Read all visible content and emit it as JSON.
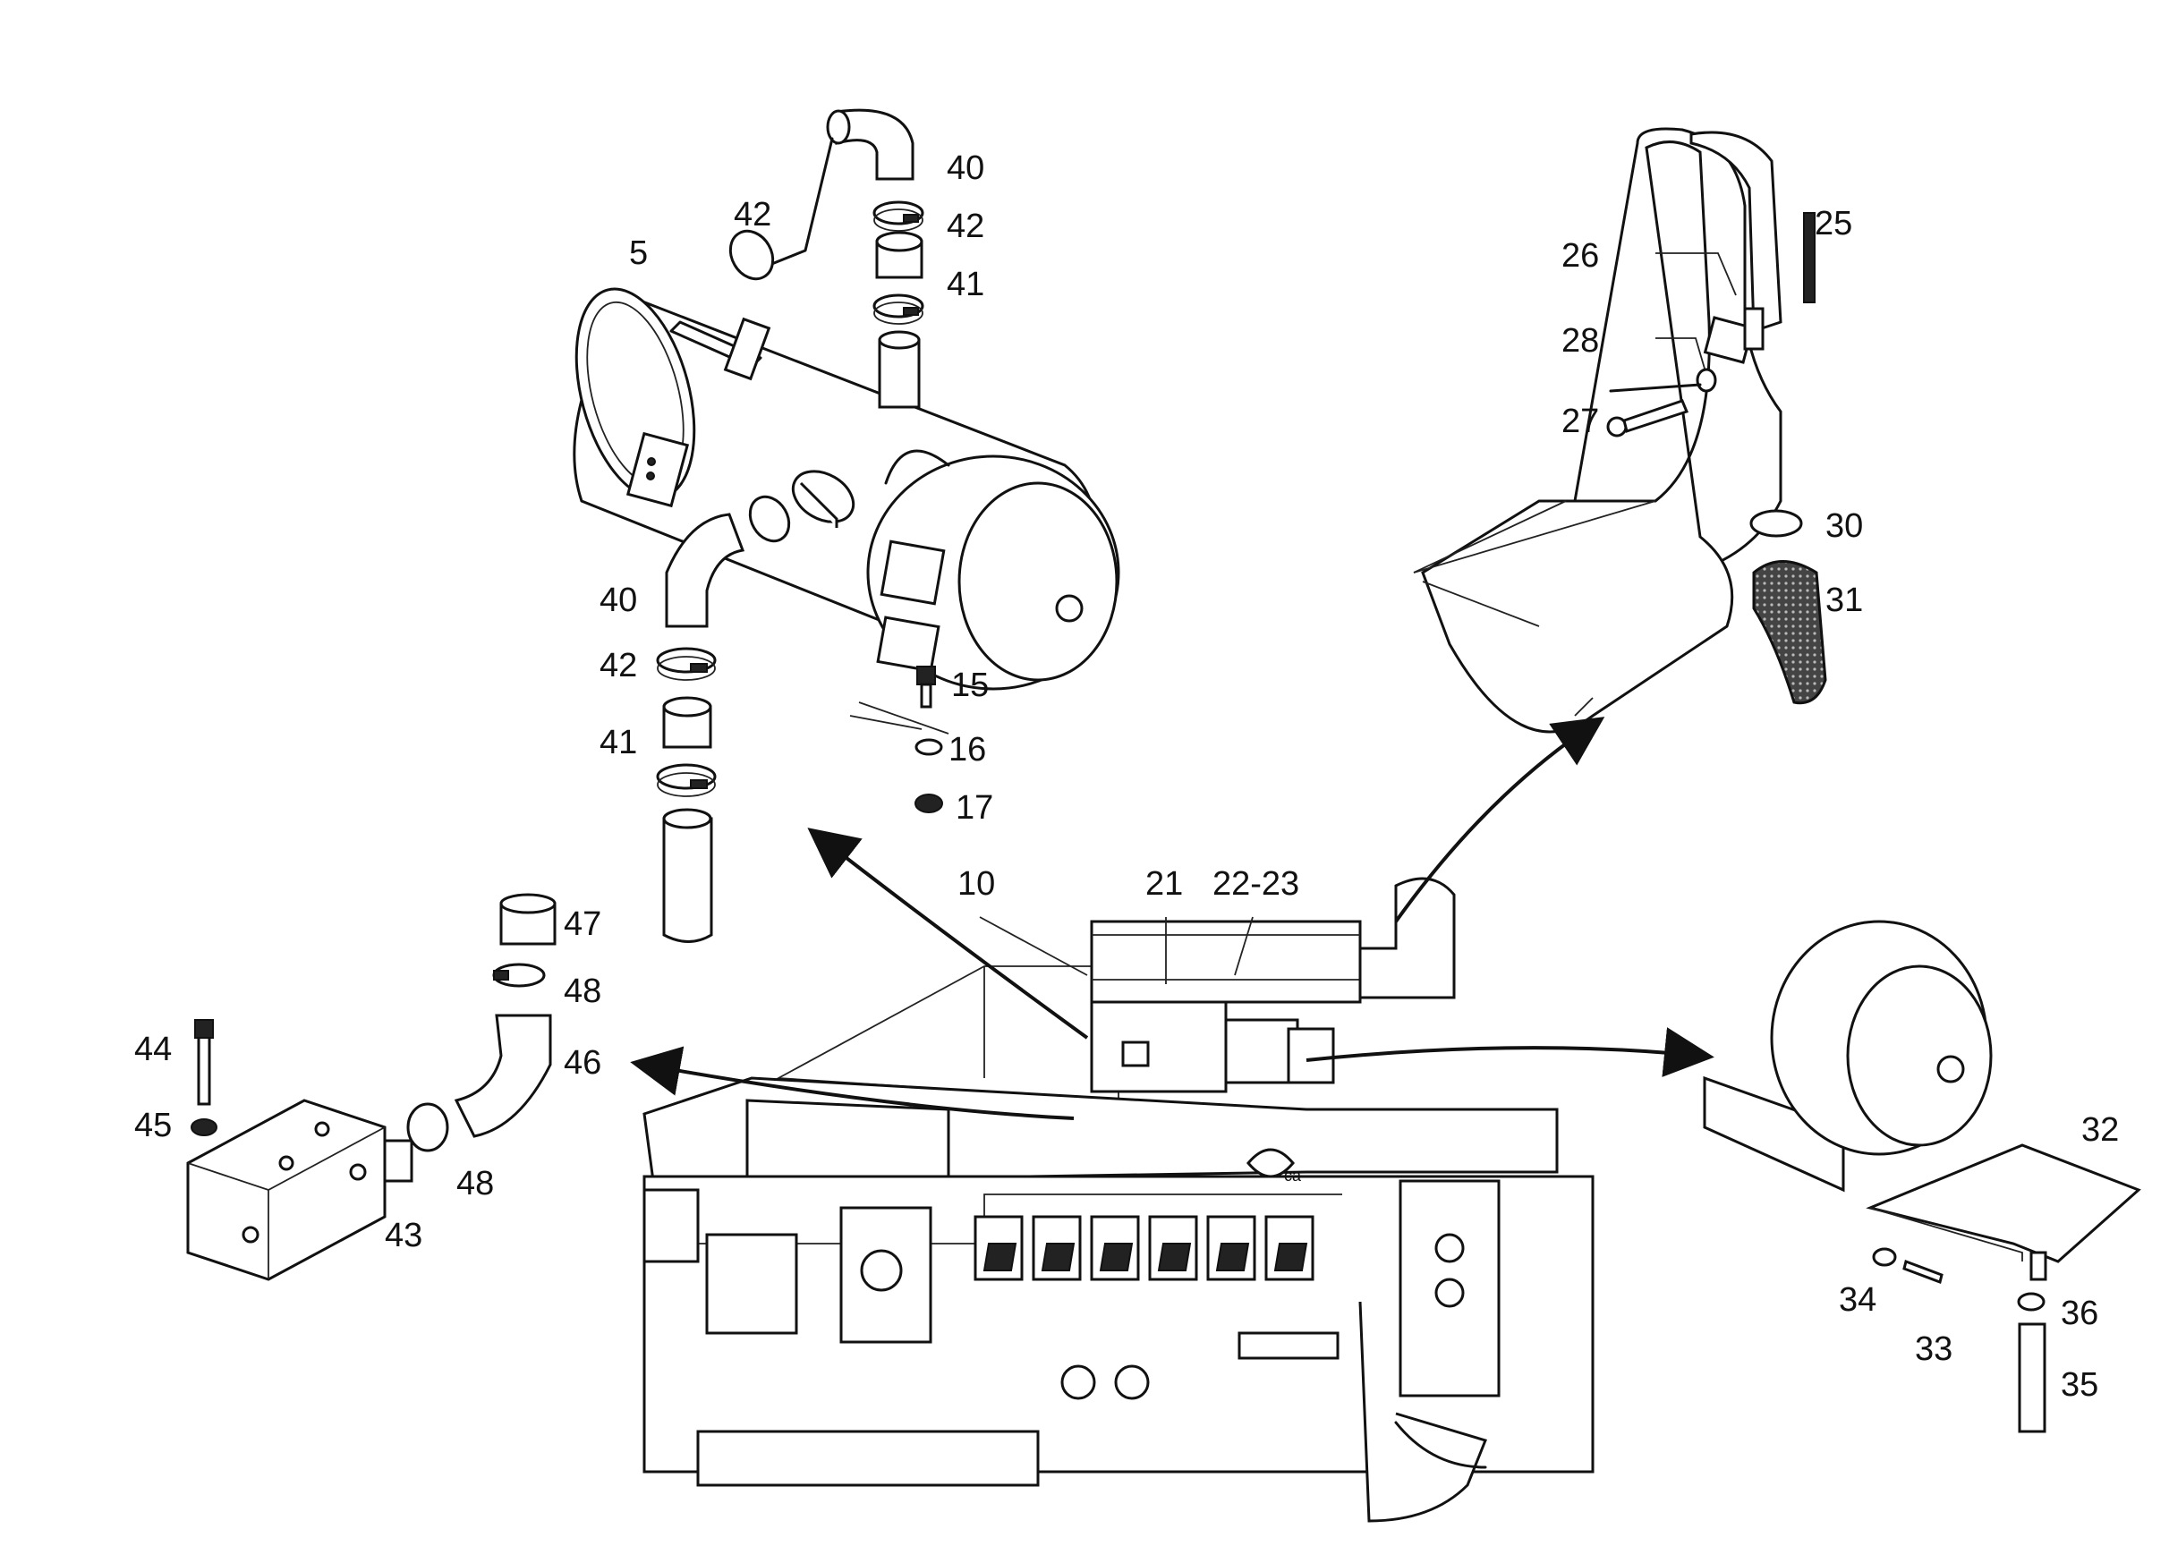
{
  "labels": {
    "p5": "5",
    "p40a": "40",
    "p42a": "42",
    "p42b": "42",
    "p41a": "41",
    "p40b": "40",
    "p42c": "42",
    "p41b": "41",
    "p15": "15",
    "p16": "16",
    "p17": "17",
    "p25": "25",
    "p26": "26",
    "p28": "28",
    "p27": "27",
    "p30": "30",
    "p31": "31",
    "p10": "10",
    "p21": "21",
    "p2223": "22-23",
    "p47": "47",
    "p48a": "48",
    "p46": "46",
    "p44": "44",
    "p45": "45",
    "p48b": "48",
    "p43": "43",
    "p32": "32",
    "p34": "34",
    "p33": "33",
    "p36": "36",
    "p35": "35"
  },
  "engine_marking": "ca"
}
